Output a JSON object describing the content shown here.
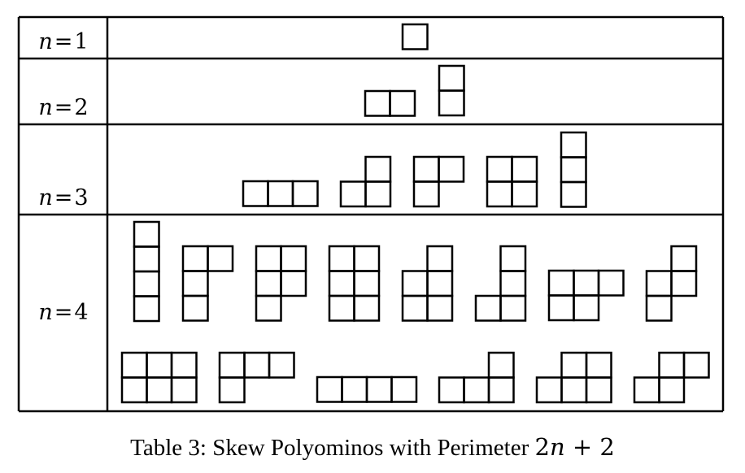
{
  "table": {
    "rows": [
      {
        "label_var": "n",
        "label_eq": "=",
        "label_num": "1",
        "polyominoes": [
          {
            "cells": [
              [
                0,
                0
              ]
            ]
          }
        ]
      },
      {
        "label_var": "n",
        "label_eq": "=",
        "label_num": "2",
        "polyominoes": [
          {
            "cells": [
              [
                0,
                0
              ],
              [
                1,
                0
              ]
            ]
          },
          {
            "cells": [
              [
                0,
                0
              ],
              [
                0,
                1
              ]
            ]
          }
        ]
      },
      {
        "label_var": "n",
        "label_eq": "=",
        "label_num": "3",
        "polyominoes": [
          {
            "cells": [
              [
                0,
                0
              ],
              [
                1,
                0
              ],
              [
                2,
                0
              ]
            ]
          },
          {
            "cells": [
              [
                1,
                0
              ],
              [
                0,
                1
              ],
              [
                1,
                1
              ]
            ]
          },
          {
            "cells": [
              [
                0,
                0
              ],
              [
                1,
                0
              ],
              [
                0,
                1
              ]
            ]
          },
          {
            "cells": [
              [
                0,
                0
              ],
              [
                1,
                0
              ],
              [
                0,
                1
              ],
              [
                1,
                1
              ]
            ]
          },
          {
            "cells": [
              [
                0,
                0
              ],
              [
                0,
                1
              ],
              [
                0,
                2
              ]
            ]
          }
        ]
      },
      {
        "label_var": "n",
        "label_eq": "=",
        "label_num": "4",
        "polyominoes": [
          {
            "cells": [
              [
                0,
                0
              ],
              [
                0,
                1
              ],
              [
                0,
                2
              ],
              [
                0,
                3
              ]
            ]
          },
          {
            "cells": [
              [
                0,
                0
              ],
              [
                1,
                0
              ],
              [
                0,
                1
              ],
              [
                0,
                2
              ]
            ]
          },
          {
            "cells": [
              [
                0,
                0
              ],
              [
                1,
                0
              ],
              [
                0,
                1
              ],
              [
                1,
                1
              ],
              [
                0,
                2
              ]
            ]
          },
          {
            "cells": [
              [
                0,
                0
              ],
              [
                1,
                0
              ],
              [
                0,
                1
              ],
              [
                1,
                1
              ],
              [
                0,
                2
              ],
              [
                1,
                2
              ]
            ]
          },
          {
            "cells": [
              [
                1,
                0
              ],
              [
                0,
                1
              ],
              [
                1,
                1
              ],
              [
                0,
                2
              ],
              [
                1,
                2
              ]
            ]
          },
          {
            "cells": [
              [
                1,
                0
              ],
              [
                1,
                1
              ],
              [
                0,
                2
              ],
              [
                1,
                2
              ]
            ]
          },
          {
            "cells": [
              [
                0,
                0
              ],
              [
                1,
                0
              ],
              [
                2,
                0
              ],
              [
                0,
                1
              ],
              [
                1,
                1
              ]
            ]
          },
          {
            "cells": [
              [
                1,
                0
              ],
              [
                0,
                1
              ],
              [
                1,
                1
              ],
              [
                0,
                2
              ]
            ]
          },
          {
            "cells": [
              [
                0,
                0
              ],
              [
                1,
                0
              ],
              [
                2,
                0
              ],
              [
                0,
                1
              ],
              [
                1,
                1
              ],
              [
                2,
                1
              ]
            ]
          },
          {
            "cells": [
              [
                0,
                0
              ],
              [
                1,
                0
              ],
              [
                2,
                0
              ],
              [
                0,
                1
              ]
            ]
          },
          {
            "cells": [
              [
                0,
                0
              ],
              [
                1,
                0
              ],
              [
                2,
                0
              ],
              [
                3,
                0
              ]
            ]
          },
          {
            "cells": [
              [
                2,
                0
              ],
              [
                0,
                1
              ],
              [
                1,
                1
              ],
              [
                2,
                1
              ]
            ]
          },
          {
            "cells": [
              [
                1,
                0
              ],
              [
                2,
                0
              ],
              [
                0,
                1
              ],
              [
                1,
                1
              ],
              [
                2,
                1
              ]
            ]
          },
          {
            "cells": [
              [
                1,
                0
              ],
              [
                2,
                0
              ],
              [
                0,
                1
              ],
              [
                1,
                1
              ]
            ]
          }
        ]
      }
    ]
  },
  "caption": {
    "prefix": "Table 3: Skew Polyominos with Perimeter ",
    "coef": "2",
    "var": "n",
    "op": " + ",
    "const": "2"
  }
}
